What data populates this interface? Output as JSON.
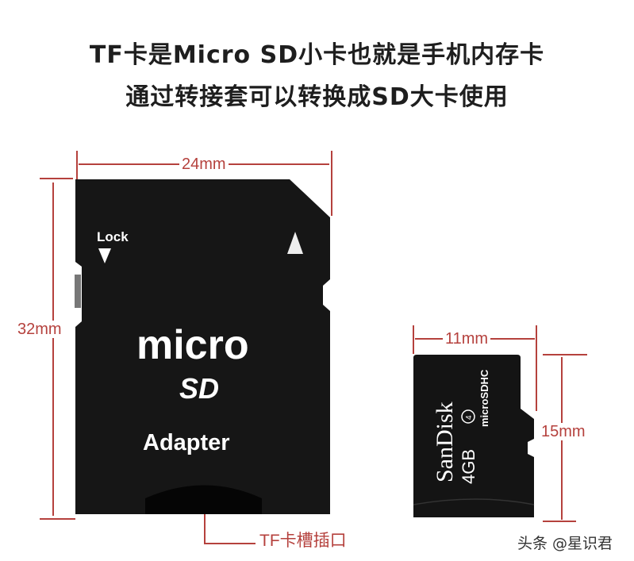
{
  "heading": {
    "line1": "TF卡是Micro SD小卡也就是手机内存卡",
    "line2": "通过转接套可以转换成SD大卡使用"
  },
  "adapter": {
    "lock_label": "Lock",
    "logo_line1": "micro",
    "logo_line2": "SD",
    "adapter_label": "Adapter",
    "width_label": "24mm",
    "height_label": "32mm",
    "slot_label": "TF卡槽插口"
  },
  "microsd_card": {
    "brand": "SanDisk",
    "capacity": "4GB",
    "speed_class": "4",
    "logo": "microSDHC",
    "width_label": "11mm",
    "height_label": "15mm"
  },
  "watermark": "头条 @星识君",
  "colors": {
    "dimension": "#b5413d",
    "card": "#141414"
  }
}
